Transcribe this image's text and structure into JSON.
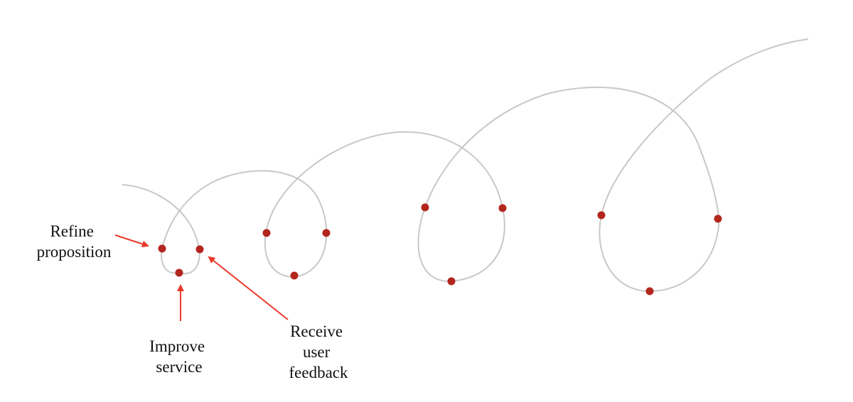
{
  "colors": {
    "spiral": "#c8c8c8",
    "point": "#b3261e",
    "arrow": "#e8392b",
    "text": "#111111"
  },
  "labels": {
    "refine": [
      "Refine",
      "proposition"
    ],
    "improve": [
      "Improve",
      "service"
    ],
    "receive": [
      "Receive",
      "user",
      "feedback"
    ]
  }
}
